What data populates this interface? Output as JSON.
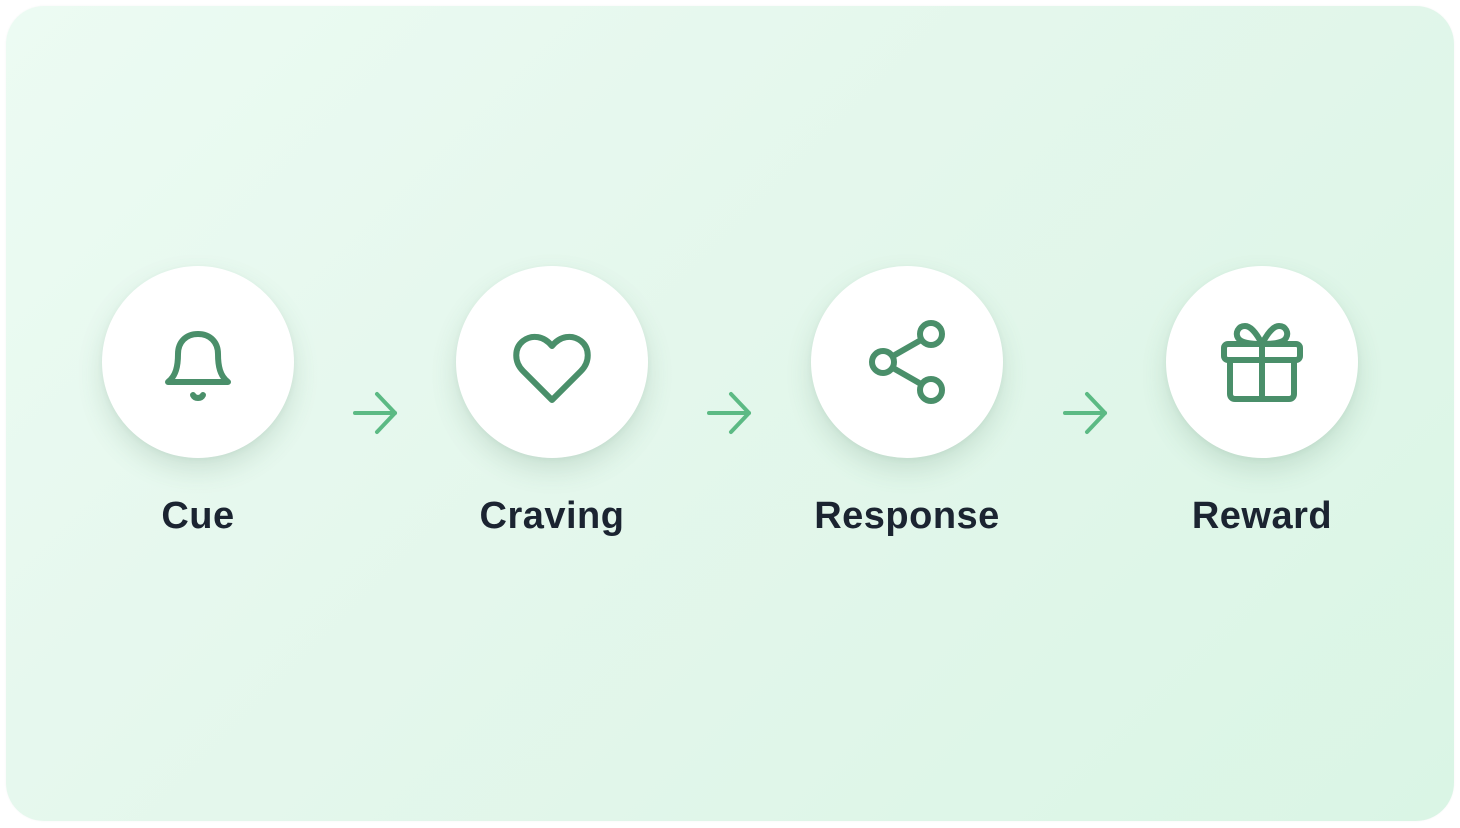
{
  "steps": [
    {
      "label": "Cue",
      "icon": "bell-icon"
    },
    {
      "label": "Craving",
      "icon": "heart-icon"
    },
    {
      "label": "Response",
      "icon": "share-icon"
    },
    {
      "label": "Reward",
      "icon": "gift-icon"
    }
  ],
  "colors": {
    "icon_stroke": "#4a8f6a",
    "arrow": "#5cba84",
    "label": "#1b2431",
    "background_start": "#ecfbf3",
    "background_end": "#daf5e5"
  }
}
